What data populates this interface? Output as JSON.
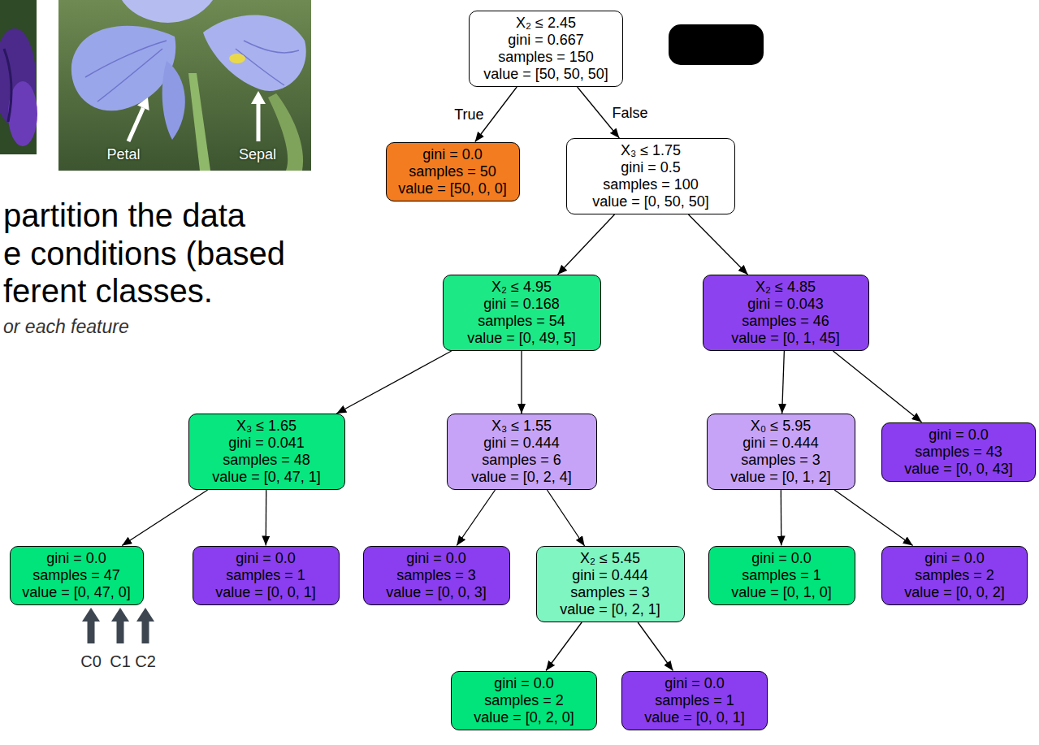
{
  "diagram": {
    "nodes": [
      {
        "text": [
          "X₂ ≤ 2.45",
          "gini = 0.667",
          "samples = 150",
          "value = [50, 50, 50]"
        ]
      },
      {
        "text": [
          "gini = 0.0",
          "samples = 50",
          "value = [50, 0, 0]"
        ]
      },
      {
        "text": [
          "X₃ ≤ 1.75",
          "gini = 0.5",
          "samples = 100",
          "value = [0, 50, 50]"
        ]
      },
      {
        "text": [
          "X₂ ≤ 4.95",
          "gini = 0.168",
          "samples = 54",
          "value = [0, 49, 5]"
        ]
      },
      {
        "text": [
          "X₂ ≤ 4.85",
          "gini = 0.043",
          "samples = 46",
          "value = [0, 1, 45]"
        ]
      },
      {
        "text": [
          "X₃ ≤ 1.65",
          "gini = 0.041",
          "samples = 48",
          "value = [0, 47, 1]"
        ]
      },
      {
        "text": [
          "X₃ ≤ 1.55",
          "gini = 0.444",
          "samples = 6",
          "value = [0, 2, 4]"
        ]
      },
      {
        "text": [
          "X₀ ≤ 5.95",
          "gini = 0.444",
          "samples = 3",
          "value = [0, 1, 2]"
        ]
      },
      {
        "text": [
          "gini = 0.0",
          "samples = 43",
          "value = [0, 0, 43]"
        ]
      },
      {
        "text": [
          "gini = 0.0",
          "samples = 47",
          "value = [0, 47, 0]"
        ]
      },
      {
        "text": [
          "gini = 0.0",
          "samples = 1",
          "value = [0, 0, 1]"
        ]
      },
      {
        "text": [
          "gini = 0.0",
          "samples = 3",
          "value = [0, 0, 3]"
        ]
      },
      {
        "text": [
          "X₂ ≤ 5.45",
          "gini = 0.444",
          "samples = 3",
          "value = [0, 2, 1]"
        ]
      },
      {
        "text": [
          "gini = 0.0",
          "samples = 1",
          "value = [0, 1, 0]"
        ]
      },
      {
        "text": [
          "gini = 0.0",
          "samples = 2",
          "value = [0, 0, 2]"
        ]
      },
      {
        "text": [
          "gini = 0.0",
          "samples = 2",
          "value = [0, 2, 0]"
        ]
      },
      {
        "text": [
          "gini = 0.0",
          "samples = 1",
          "value = [0, 0, 1]"
        ]
      }
    ],
    "edges": [
      {
        "from": 0,
        "to": 1,
        "label": "True",
        "arrow": "to"
      },
      {
        "from": 0,
        "to": 2,
        "label": "False",
        "arrow": "to"
      },
      {
        "from": 2,
        "to": 3,
        "arrow": "to"
      },
      {
        "from": 2,
        "to": 4,
        "arrow": "to"
      },
      {
        "from": 3,
        "to": 5,
        "arrow": "to"
      },
      {
        "from": 3,
        "to": 6,
        "arrow": "to"
      },
      {
        "from": 4,
        "to": 7,
        "arrow": "to"
      },
      {
        "from": 4,
        "to": 8,
        "arrow": "to"
      },
      {
        "from": 5,
        "to": 9,
        "arrow": "to"
      },
      {
        "from": 5,
        "to": 10,
        "arrow": "to"
      },
      {
        "from": 6,
        "to": 11,
        "arrow": "to"
      },
      {
        "from": 6,
        "to": 12,
        "arrow": "to"
      },
      {
        "from": 7,
        "to": 13,
        "arrow": "to"
      },
      {
        "from": 7,
        "to": 14,
        "arrow": "to"
      },
      {
        "from": 12,
        "to": 15,
        "arrow": "to"
      },
      {
        "from": 12,
        "to": 16,
        "arrow": "to"
      }
    ],
    "labels": [
      "Petal",
      "Sepal",
      "partition the data",
      "e conditions (based",
      "ferent classes.",
      "or each feature",
      "C0",
      "C1",
      "C2"
    ]
  }
}
